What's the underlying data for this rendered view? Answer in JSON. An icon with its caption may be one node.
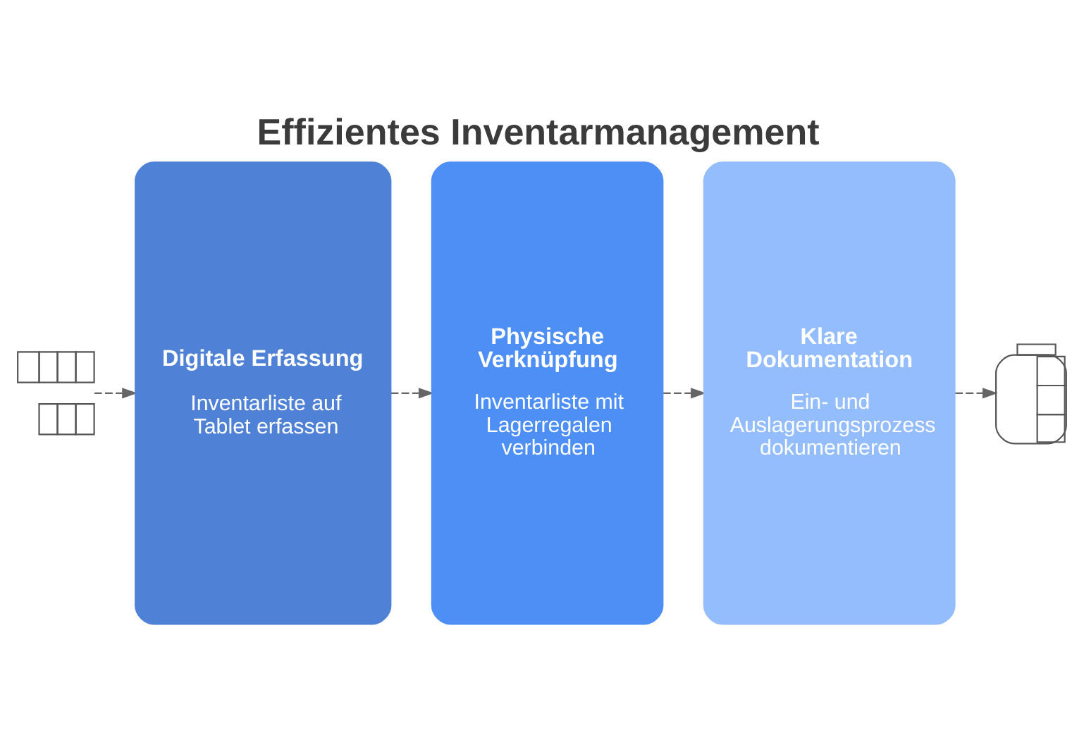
{
  "diagram": {
    "title": "Effizientes Inventarmanagement",
    "nodes": [
      {
        "text": [],
        "shape": "picture"
      },
      {
        "text": [
          "Digitale Erfassung",
          "Inventarliste auf Tablet erfassen"
        ]
      },
      {
        "text": [
          "Physische Verknüpfung",
          "Inventarliste mit Lagerregalen verbinden"
        ]
      },
      {
        "text": [
          "Klare Dokumentation",
          "Ein- und Auslagerungsprozess dokumentieren"
        ]
      },
      {
        "text": [],
        "shape": "picture"
      }
    ],
    "edges": [
      {
        "from": 0,
        "to": 1,
        "arrow": "to",
        "style": "dashed"
      },
      {
        "from": 1,
        "to": 2,
        "arrow": "to",
        "style": "dashed"
      },
      {
        "from": 2,
        "to": 3,
        "arrow": "to",
        "style": "dashed"
      },
      {
        "from": 3,
        "to": 4,
        "arrow": "to",
        "style": "dashed"
      }
    ]
  }
}
